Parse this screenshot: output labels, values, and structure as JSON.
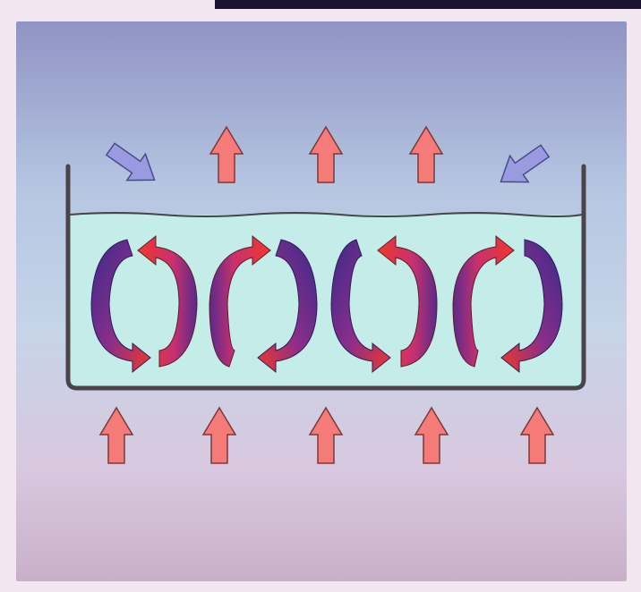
{
  "diagram": {
    "kind": "convection-cells",
    "colors": {
      "background": "#f2e6f0",
      "top_band": "#1c1230",
      "liquid": "#c4ece8",
      "container": "#4a4448",
      "heat_arrow": "#f47b78",
      "cool_arrow": "#9a9ae0",
      "cell_cool": "#3b2a8a",
      "cell_hot": "#f0382a"
    },
    "icons": {
      "heat_arrow": "arrow-up-icon",
      "cool_arrow": "arrow-diagonal-icon",
      "cell_arrow": "curved-arrow-icon"
    },
    "heat_from_surface_arrows": 3,
    "heat_from_below_arrows": 5,
    "inflow_arrows": 2,
    "convection_cells": 4
  }
}
